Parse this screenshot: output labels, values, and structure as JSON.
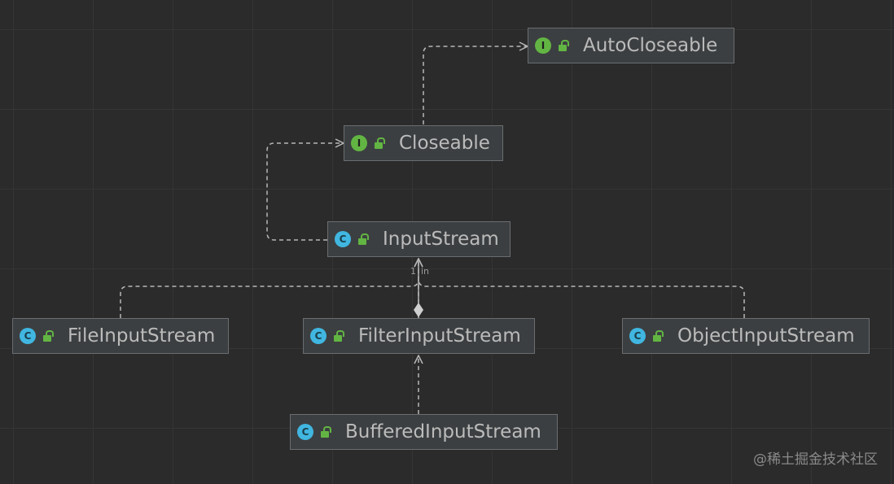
{
  "nodes": {
    "autocloseable": {
      "kind": "interface",
      "badge": "I",
      "label": "AutoCloseable"
    },
    "closeable": {
      "kind": "interface",
      "badge": "I",
      "label": "Closeable"
    },
    "inputstream": {
      "kind": "class",
      "badge": "C",
      "label": "InputStream"
    },
    "fileinputstream": {
      "kind": "class",
      "badge": "C",
      "label": "FileInputStream"
    },
    "filterinputstream": {
      "kind": "class",
      "badge": "C",
      "label": "FilterInputStream"
    },
    "objectinputstream": {
      "kind": "class",
      "badge": "C",
      "label": "ObjectInputStream"
    },
    "bufferedinputstream": {
      "kind": "class",
      "badge": "C",
      "label": "BufferedInputStream"
    }
  },
  "edges": [
    {
      "from": "closeable",
      "to": "autocloseable",
      "type": "implements"
    },
    {
      "from": "inputstream",
      "to": "closeable",
      "type": "implements"
    },
    {
      "from": "fileinputstream",
      "to": "inputstream",
      "type": "extends"
    },
    {
      "from": "objectinputstream",
      "to": "inputstream",
      "type": "extends"
    },
    {
      "from": "filterinputstream",
      "to": "inputstream",
      "type": "extends-composition"
    },
    {
      "from": "bufferedinputstream",
      "to": "filterinputstream",
      "type": "extends"
    }
  ],
  "multiplicity": {
    "left": "1",
    "right": "in"
  },
  "colors": {
    "background": "#2b2b2b",
    "node_fill": "#3c3f41",
    "node_border": "#6a6d70",
    "text": "#bbbbbb",
    "interface_badge": "#62b543",
    "class_badge": "#40b6e0",
    "edge": "#b8b8b8"
  },
  "watermark": "@稀土掘金技术社区"
}
